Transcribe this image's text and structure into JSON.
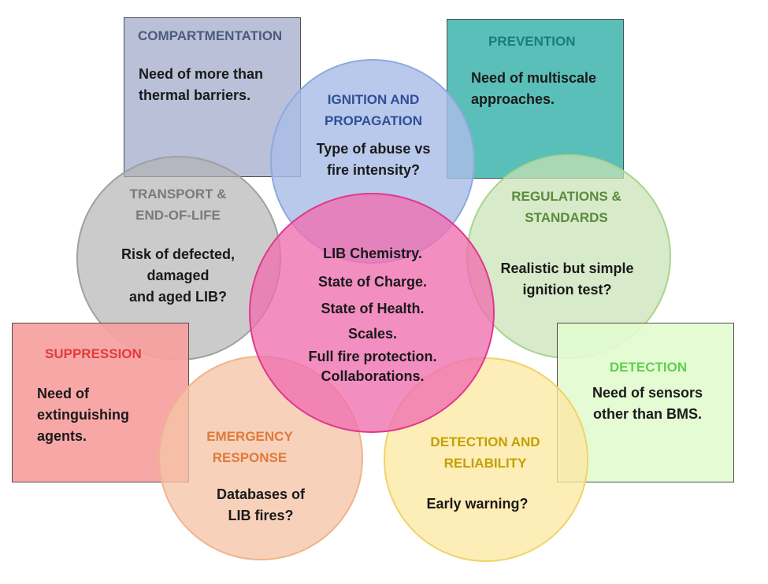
{
  "colors": {
    "compartmentation": "#b9c0d8",
    "prevention": "#5bbfb9",
    "ignition": "#a9bde6",
    "regulations": "#c8e2b4",
    "transport": "#c2c2c2",
    "center": "#f06eb0",
    "suppression": "#f7a2a2",
    "detection_box": "#e2fbd0",
    "emergency": "#f5c4a6",
    "reliability": "#fce8a2"
  },
  "compartmentation": {
    "title": "COMPARTMENTATION",
    "text": [
      "Need of more than",
      "thermal barriers."
    ]
  },
  "prevention": {
    "title": "PREVENTION",
    "text": [
      "Need of multiscale",
      "approaches."
    ]
  },
  "ignition": {
    "title": [
      "IGNITION AND",
      "PROPAGATION"
    ],
    "text": [
      "Type of abuse vs",
      "fire intensity?"
    ]
  },
  "regulations": {
    "title": [
      "REGULATIONS &",
      "STANDARDS"
    ],
    "text": [
      "Realistic but simple",
      "ignition test?"
    ]
  },
  "transport": {
    "title": [
      "TRANSPORT &",
      "END-OF-LIFE"
    ],
    "text": [
      "Risk of defected,",
      "damaged",
      "and aged LIB?"
    ]
  },
  "center": {
    "text": [
      "LIB Chemistry.",
      "State of Charge.",
      "State of Health.",
      "Scales.",
      "Full fire protection.",
      "Collaborations."
    ]
  },
  "suppression": {
    "title": "SUPPRESSION",
    "text": [
      "Need of",
      "extinguishing",
      "agents."
    ]
  },
  "detection": {
    "title": "DETECTION",
    "text": [
      "Need of sensors",
      "other than BMS."
    ]
  },
  "emergency": {
    "title": [
      "EMERGENCY",
      "RESPONSE"
    ],
    "text": [
      "Databases of",
      "LIB fires?"
    ]
  },
  "reliability": {
    "title": [
      "DETECTION AND",
      "RELIABILITY"
    ],
    "text": [
      "Early warning?"
    ]
  }
}
